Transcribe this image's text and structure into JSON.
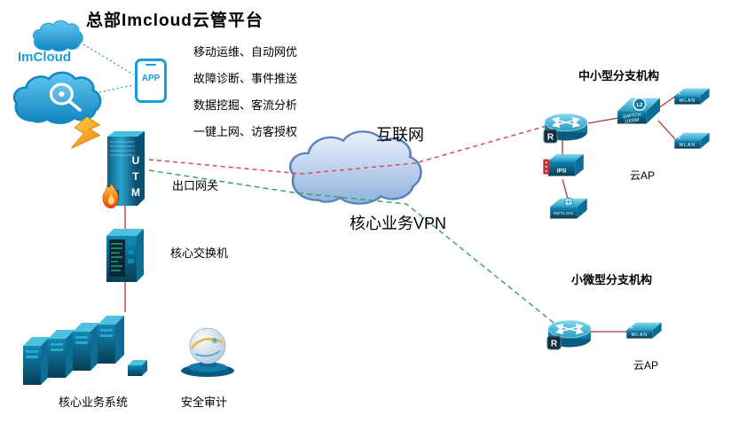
{
  "title": "总部Imcloud云管平台",
  "cloud_platform": {
    "brand": "ImCloud",
    "app_label": "APP"
  },
  "features": [
    "移动运维、自动网优",
    "故障诊断、事件推送",
    "数据挖掘、客流分析",
    "一键上网、访客授权"
  ],
  "hq": {
    "utm": "UTM",
    "gateway_label": "出口网关",
    "core_switch_label": "核心交换机",
    "servers_label": "核心业务系统",
    "audit_label": "安全审计"
  },
  "wan": {
    "internet_label": "互联网",
    "vpn_label": "核心业务VPN"
  },
  "branches": {
    "medium": {
      "title": "中小型分支机构",
      "router_badge": "R",
      "l2_badge": "L2",
      "switch_line1": "SWITCH",
      "switch_line2": "1000M",
      "ips_label": "IPS",
      "netlog_label": "NETLOG",
      "wlan_label": "WLAN",
      "ap_label": "云AP"
    },
    "small": {
      "title": "小微型分支机构",
      "router_badge": "R",
      "wlan_label": "WLAN",
      "ap_label": "云AP"
    }
  },
  "colors": {
    "device_teal": "#0d7ba6",
    "device_dark": "#0a5a80",
    "device_light": "#4fc0e0",
    "brand_blue": "#1b9ed8",
    "line_red": "#b5303c",
    "dash_red": "#e04858",
    "dash_green": "#3fa46c",
    "cloud_fill": "#b9cfec",
    "cloud_stroke": "#5a83bb",
    "flame_orange": "#f08018"
  },
  "icons": [
    "cloud-icon",
    "app-phone-icon",
    "lightning-icon",
    "flame-icon",
    "utm-tower-icon",
    "core-switch-icon",
    "server-stack-icon",
    "audit-globe-icon",
    "internet-cloud-icon",
    "router-icon",
    "l2-switch-icon",
    "wlan-ap-icon",
    "ips-icon",
    "netlog-icon",
    "wifi-icon",
    "magnifier-icon"
  ]
}
